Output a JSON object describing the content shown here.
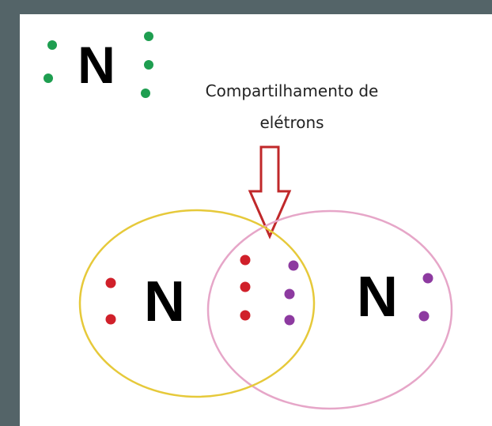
{
  "diagram": {
    "title_atom": {
      "symbol": "N",
      "dot_color": "#1e9e50"
    },
    "caption": {
      "line1": "Compartilhamento de",
      "line2": "elétrons"
    },
    "arrow": {
      "color": "#c0282a",
      "icon": "arrow-down-outline"
    },
    "atom_left": {
      "symbol": "N",
      "ring_color": "#e6c93a",
      "dot_color": "#d0202a"
    },
    "atom_right": {
      "symbol": "N",
      "ring_color": "#e6a6c8",
      "dot_color": "#8d3aa0"
    }
  }
}
